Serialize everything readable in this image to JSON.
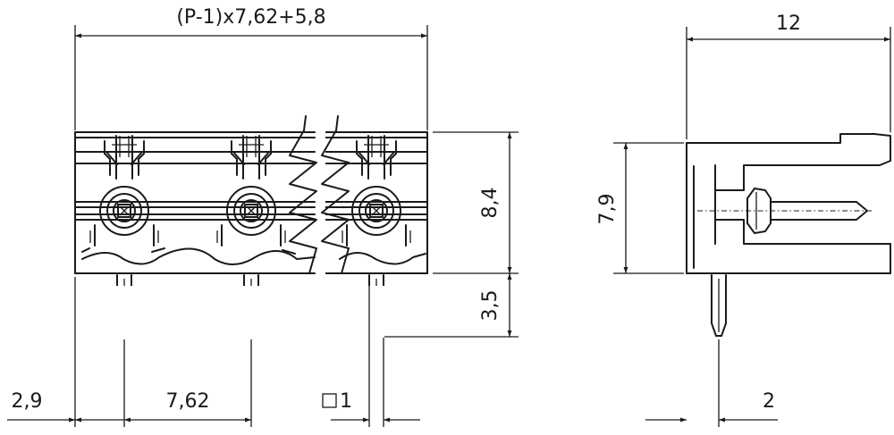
{
  "front_view": {
    "dim_total_width": "(P-1)x7,62+5,8",
    "dim_height_body": "8,4",
    "dim_pin_length": "3,5",
    "dim_edge_offset": "2,9",
    "dim_pitch": "7,62",
    "dim_pin_square": "1"
  },
  "side_view": {
    "dim_depth": "12",
    "dim_height": "7,9",
    "dim_pin_offset": "2"
  }
}
